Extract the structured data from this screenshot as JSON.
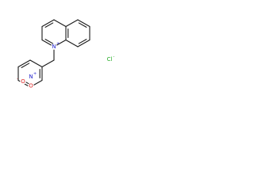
{
  "molecule": {
    "ring_nitrogen": {
      "symbol": "N",
      "charge": "+"
    },
    "nitro_nitrogen": {
      "symbol": "N",
      "charge": "+"
    },
    "nitro_oxygen_single": {
      "prefix": "-",
      "symbol": "O"
    },
    "nitro_oxygen_double": {
      "symbol": "O"
    },
    "counter_ion": {
      "symbol": "Cl",
      "charge": "-"
    }
  },
  "colors": {
    "bond": "#1a1a1a",
    "nitrogen": "#2222cc",
    "oxygen": "#dd2222",
    "chlorine": "#22aa22"
  }
}
